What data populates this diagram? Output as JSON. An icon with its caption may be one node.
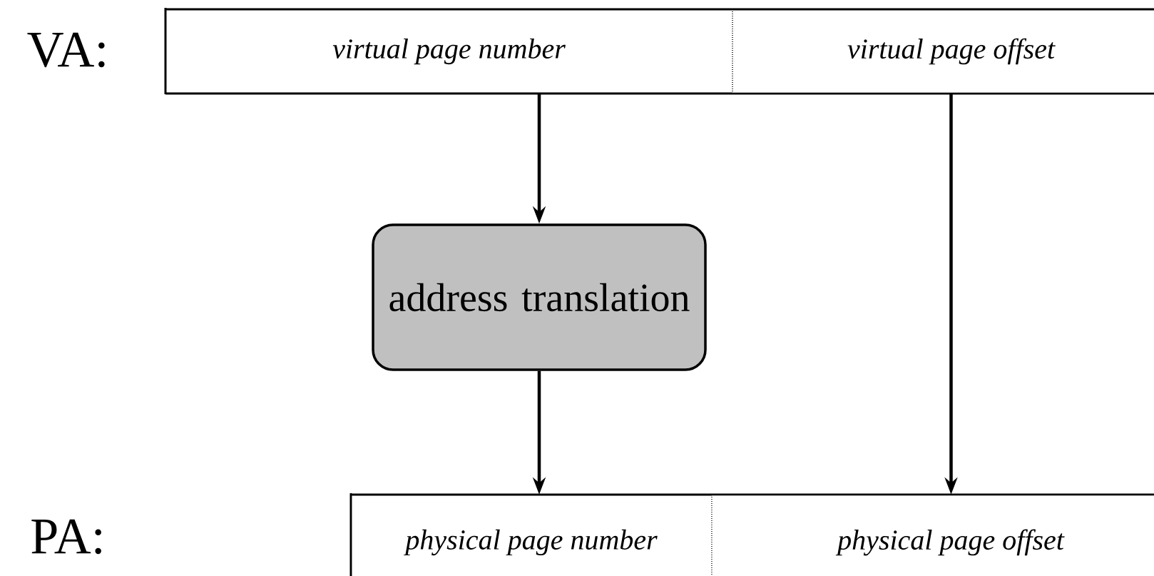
{
  "diagram": {
    "nodes": [
      {
        "text": [
          "virtual page number"
        ]
      },
      {
        "text": [
          "virtual page offset"
        ]
      },
      {
        "text": [
          "address translation"
        ]
      },
      {
        "text": [
          "physical page number"
        ]
      },
      {
        "text": [
          "physical page offset"
        ]
      }
    ],
    "edges": [
      {
        "from": 0,
        "to": 2,
        "arrow": "to"
      },
      {
        "from": 2,
        "to": 3,
        "arrow": "to"
      },
      {
        "from": 1,
        "to": 4,
        "arrow": "to"
      }
    ],
    "labels": [
      "VA:",
      "PA:"
    ]
  }
}
